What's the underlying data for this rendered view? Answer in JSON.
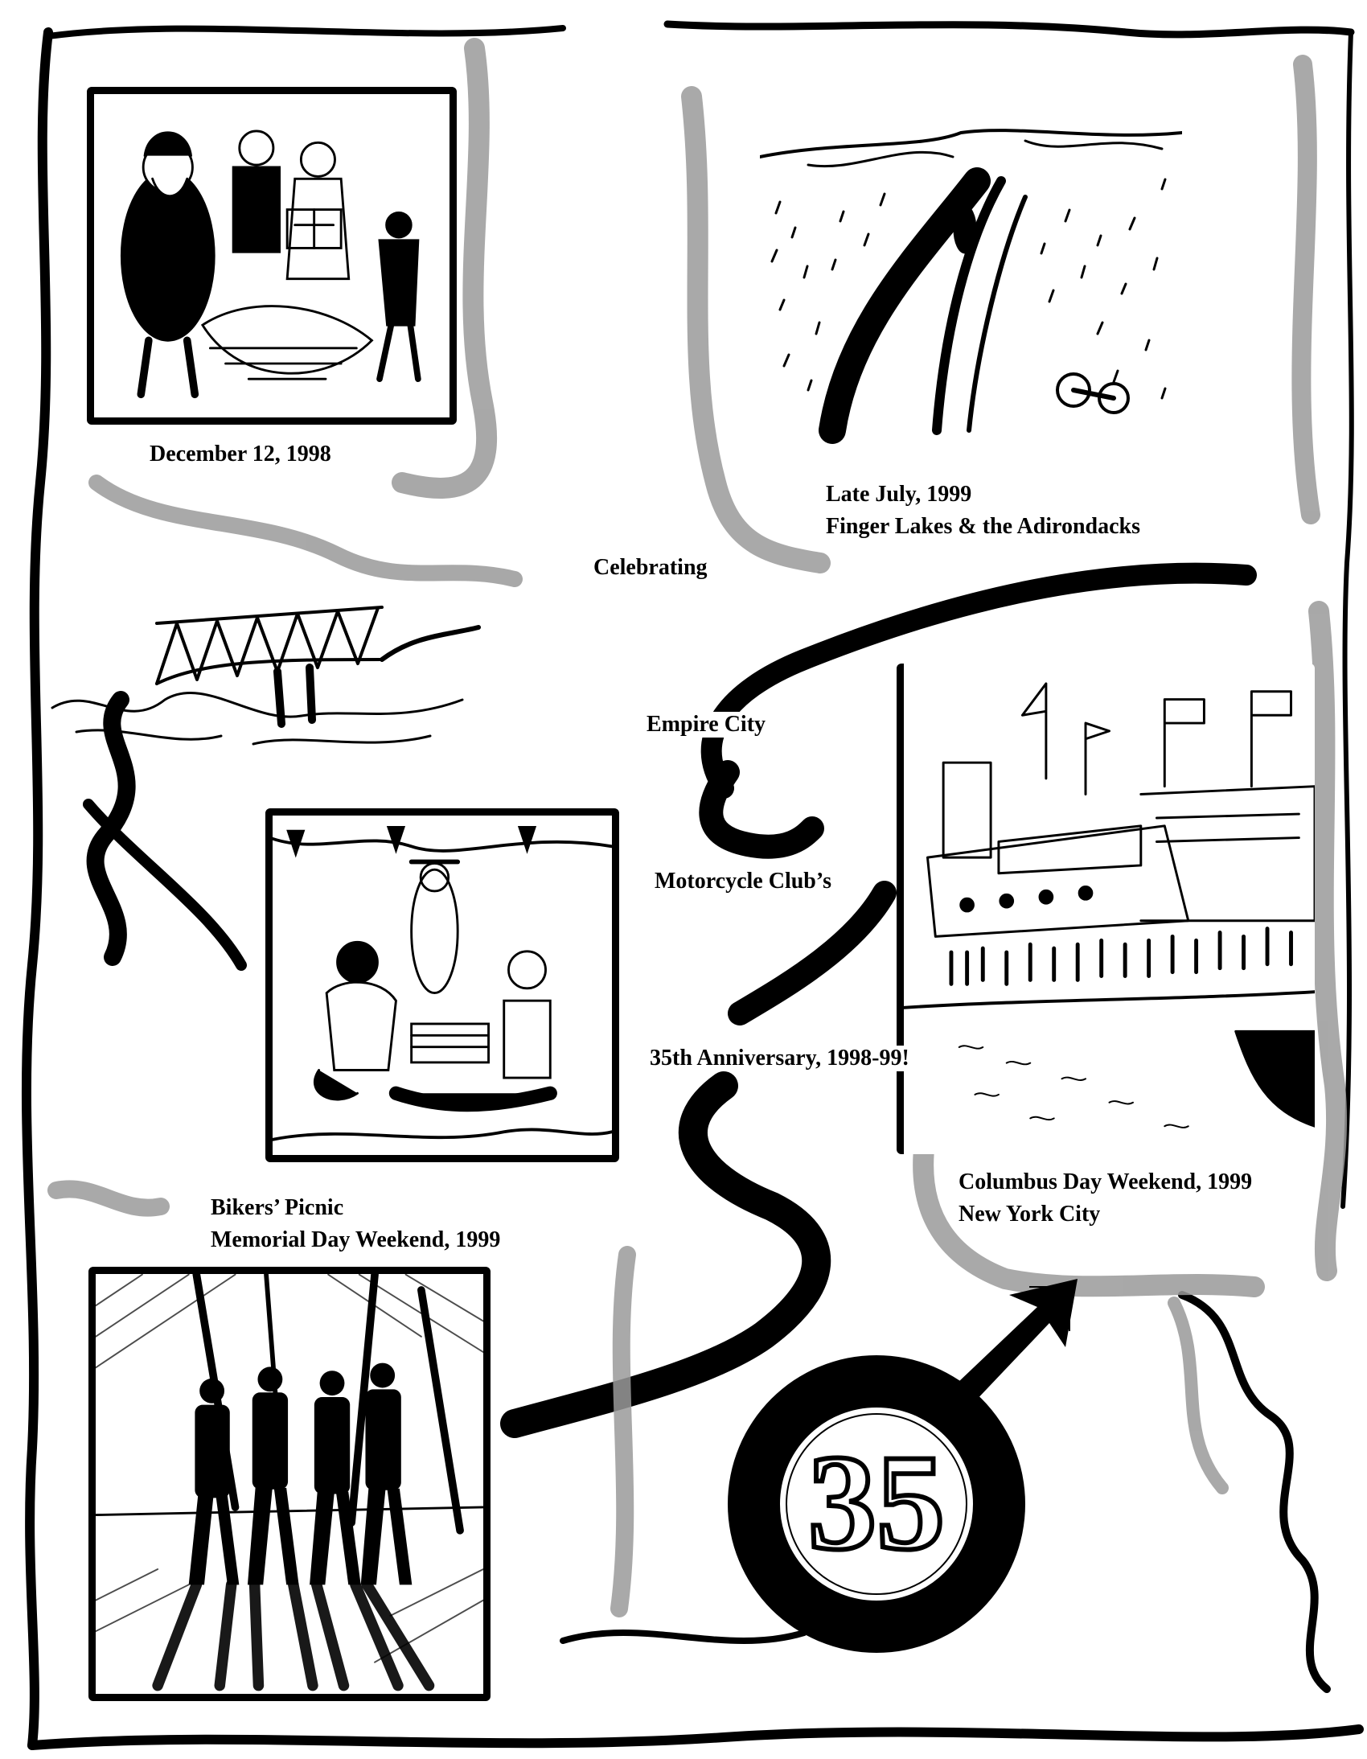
{
  "captions": {
    "santa": "December 12, 1998",
    "finger_lakes_line1": "Late July, 1999",
    "finger_lakes_line2": "Finger Lakes & the Adirondacks",
    "picnic_line1": "Bikers’ Picnic",
    "picnic_line2": "Memorial Day Weekend, 1999",
    "columbus_line1": "Columbus Day Weekend, 1999",
    "columbus_line2": "New York City"
  },
  "center": {
    "line1": "Celebrating",
    "line2": "Empire City",
    "line3": "Motorcycle Club’s",
    "line4": "35th Anniversary, 1998-99!"
  },
  "emblem": {
    "number": "35"
  },
  "icons": {
    "emblem": "male-symbol-icon",
    "bridge": "truss-bridge-icon"
  },
  "colors": {
    "ink": "#000000",
    "paper": "#ffffff",
    "smudge": "#9a9a9a"
  }
}
